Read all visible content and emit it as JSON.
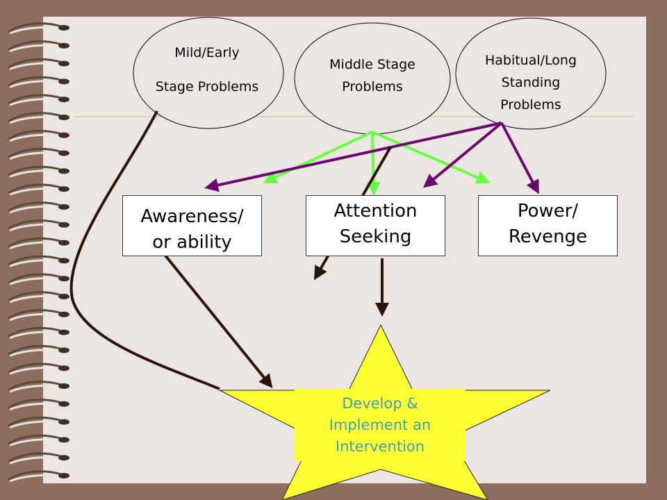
{
  "stages": {
    "mild": {
      "line1": "Mild/Early",
      "line2": "Stage Problems"
    },
    "middle": {
      "line1": "Middle Stage",
      "line2": "Problems"
    },
    "habitual": {
      "line1": "Habitual/Long",
      "line2": "Standing",
      "line3": "Problems"
    }
  },
  "categories": {
    "awareness": {
      "line1": "Awareness/",
      "line2": "or ability"
    },
    "attention": {
      "line1": "Attention",
      "line2": "Seeking"
    },
    "power": {
      "line1": "Power/",
      "line2": "Revenge"
    }
  },
  "intervention": {
    "line1": "Develop  &",
    "line2": "Implement an",
    "line3": "Intervention"
  },
  "colors": {
    "page_bg": "#ebe6e2",
    "frame_bg": "#8d6e5e",
    "green_arrow": "#66ff44",
    "purple_arrow": "#6a0a6e",
    "dark_arrow": "#2a1508",
    "star_fill": "#ffff33",
    "intervention_text": "#3a9fbf"
  }
}
